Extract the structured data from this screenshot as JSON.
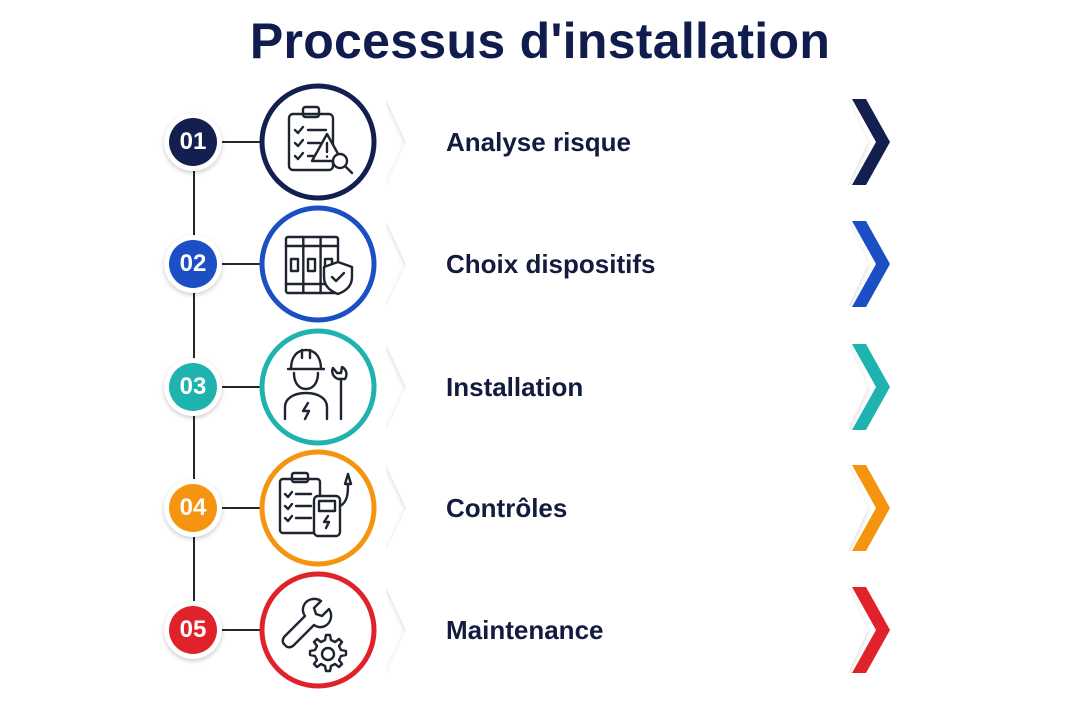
{
  "title": "Processus d'installation",
  "steps": [
    {
      "number": "01",
      "label": "Analyse risque",
      "color": "#13204f",
      "icon": "clipboard-warning-icon"
    },
    {
      "number": "02",
      "label": "Choix dispositifs",
      "color": "#1c4fc4",
      "icon": "circuit-breaker-shield-icon"
    },
    {
      "number": "03",
      "label": "Installation",
      "color": "#1fb3b0",
      "icon": "electrician-wrench-icon"
    },
    {
      "number": "04",
      "label": "Contrôles",
      "color": "#f5950f",
      "icon": "checklist-multimeter-icon"
    },
    {
      "number": "05",
      "label": "Maintenance",
      "color": "#e0232b",
      "icon": "wrench-gear-icon"
    }
  ]
}
